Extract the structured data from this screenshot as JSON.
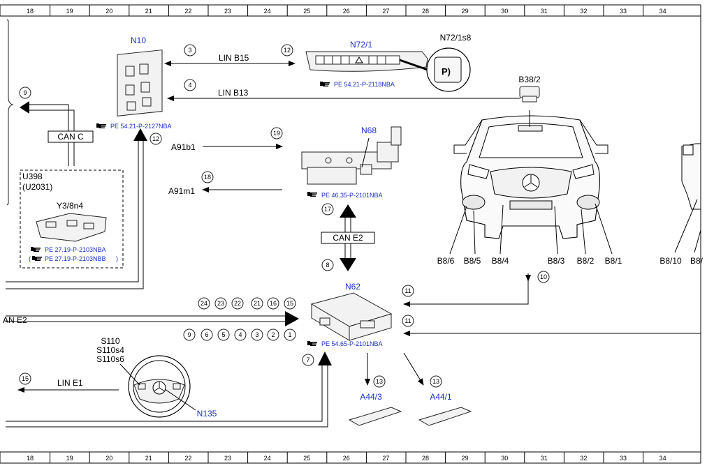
{
  "ruler": {
    "columns": [
      "18",
      "19",
      "20",
      "21",
      "22",
      "23",
      "24",
      "25",
      "26",
      "27",
      "28",
      "29",
      "30",
      "31",
      "32",
      "33",
      "34"
    ]
  },
  "components": {
    "n10": "N10",
    "n72_1": "N72/1",
    "n72_1s8": "N72/1s8",
    "b38_2": "B38/2",
    "n68": "N68",
    "n62": "N62",
    "u398": "U398",
    "u2031": "(U2031)",
    "y3_8n4": "Y3/8n4",
    "s110": "S110",
    "s110s4": "S110s4",
    "s110s6": "S110s6",
    "n135": "N135",
    "a44_3": "A44/3",
    "a44_1": "A44/1",
    "a91b1": "A91b1",
    "a91m1": "A91m1"
  },
  "refs": {
    "n10": "PE 54.21-P-2127NBA",
    "n72_1": "PE 54.21-P-2118NBA",
    "n68": "PE 46.35-P-2101NBA",
    "n62": "PE 54.65-P-2101NBA",
    "y3a": "PE 27.19-P-2103NBA",
    "y3b": "PE 27.19-P-2103NBB"
  },
  "buses": {
    "lin_b15": "LIN B15",
    "lin_b13": "LIN B13",
    "can_c": "CAN C",
    "can_e2": "CAN E2",
    "can_e2_partial": "AN E2",
    "lin_e1": "LIN E1"
  },
  "sensors": {
    "b8_6": "B8/6",
    "b8_5": "B8/5",
    "b8_4": "B8/4",
    "b8_3": "B8/3",
    "b8_2": "B8/2",
    "b8_1": "B8/1",
    "b8_10": "B8/10",
    "b8_partial": "B8/"
  },
  "callouts": {
    "c3": "3",
    "c12a": "12",
    "c4": "4",
    "c9": "9",
    "c12b": "12",
    "c19": "19",
    "c18": "18",
    "c17": "17",
    "c8": "8",
    "c24": "24",
    "c23": "23",
    "c22": "22",
    "c21": "21",
    "c16": "16",
    "c15a": "15",
    "c9b": "9",
    "c6": "6",
    "c5": "5",
    "c4b": "4",
    "c3b": "3",
    "c2": "2",
    "c1": "1",
    "c11a": "11",
    "c11b": "11",
    "c10": "10",
    "c7": "7",
    "c13a": "13",
    "c13b": "13",
    "c15b": "15"
  },
  "icons": {
    "ref": "pointing-hand-icon",
    "park": "parking-button-icon",
    "warning": "hazard-triangle-icon"
  },
  "colors": {
    "label_blue": "#1a2fc8",
    "line": "#000000",
    "part_fill": "#f2f2f2"
  }
}
